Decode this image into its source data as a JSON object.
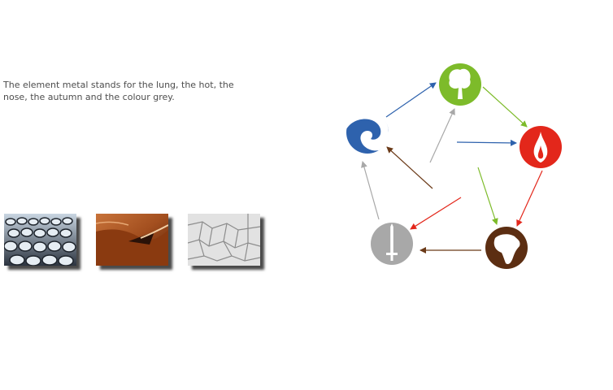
{
  "description": "The element metal stands for the lung, the hot, the nose, the autumn and the colour grey.",
  "images": [
    {
      "name": "metal-cans-photo"
    },
    {
      "name": "desert-dune-photo"
    },
    {
      "name": "cracked-earth-photo"
    }
  ],
  "diagram": {
    "elements": [
      {
        "name": "wood",
        "icon": "tree-icon",
        "color": "#7dbb2a"
      },
      {
        "name": "fire",
        "icon": "flame-icon",
        "color": "#e3271b"
      },
      {
        "name": "earth",
        "icon": "africa-continent-icon",
        "color": "#5c2e12"
      },
      {
        "name": "metal",
        "icon": "sword-icon",
        "color": "#a8a8a8"
      },
      {
        "name": "water",
        "icon": "wave-icon",
        "color": "#2e62ad"
      }
    ]
  }
}
